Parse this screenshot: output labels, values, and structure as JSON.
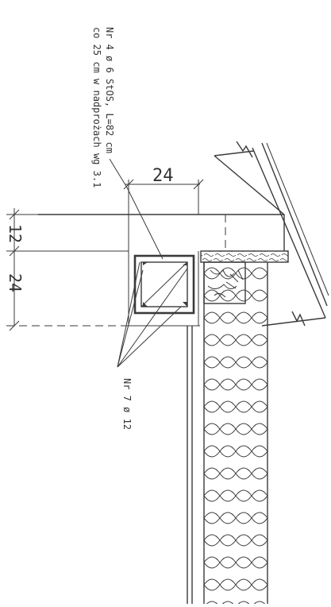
{
  "labels": {
    "rebar_note_line1": "Nr 4 ø 6  StOS, L=82 cm",
    "rebar_note_line2": "co 25 cm  w nadprożach wg 3.1",
    "stirrup_label": "Nr 7 ø 12",
    "dim_lintel_width": "24",
    "dim_upper": "12",
    "dim_lower": "24"
  },
  "colors": {
    "ink": "#3a3a3a",
    "paper": "#ffffff"
  }
}
